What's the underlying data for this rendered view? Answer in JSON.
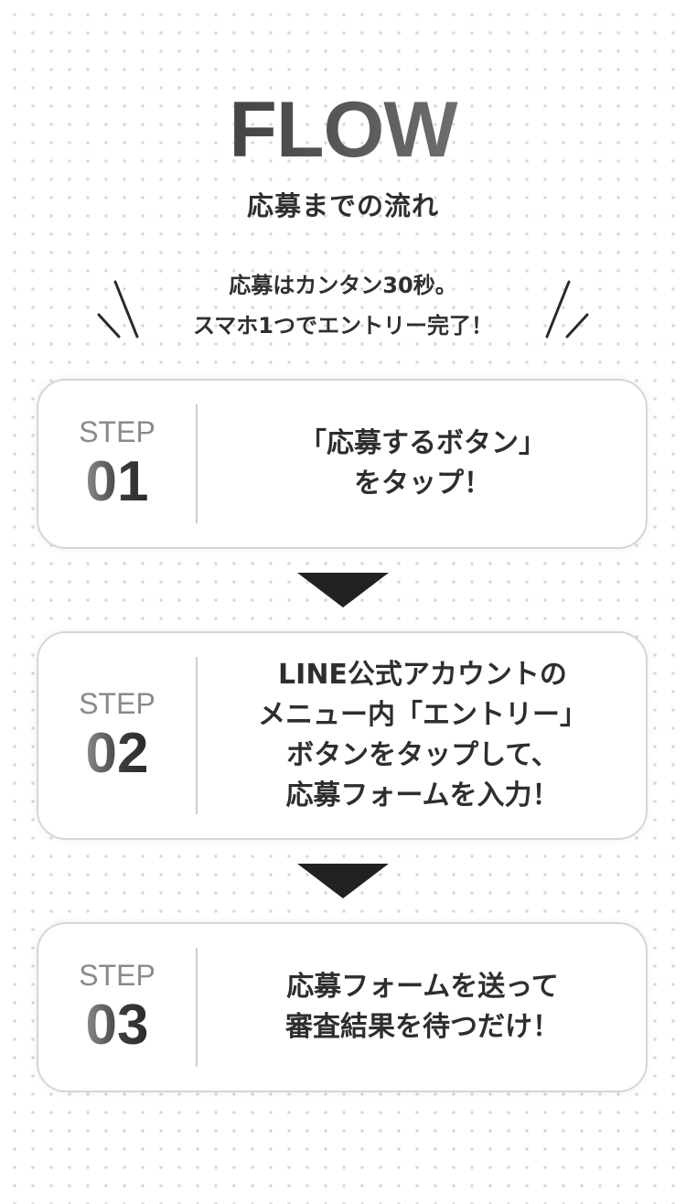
{
  "header": {
    "title": "FLOW",
    "subtitle": "応募までの流れ"
  },
  "intro": {
    "lines": [
      "応募はカンタン30秒。",
      "スマホ1つでエントリー完了！"
    ]
  },
  "steps": [
    {
      "label": "STEP",
      "number": "01",
      "lines": [
        "「応募するボタン」",
        "をタップ！"
      ]
    },
    {
      "label": "STEP",
      "number": "02",
      "lines": [
        "LINE公式アカウントの",
        "メニュー内「エントリー」",
        "ボタンをタップして、",
        "応募フォームを入力！"
      ]
    },
    {
      "label": "STEP",
      "number": "03",
      "lines": [
        "応募フォームを送って",
        "審査結果を待つだけ！"
      ]
    }
  ],
  "colors": {
    "text": "#2e2e2e",
    "step_label": "#8a8a8a",
    "card_border": "#d6d6d6",
    "arrow": "#222222"
  }
}
